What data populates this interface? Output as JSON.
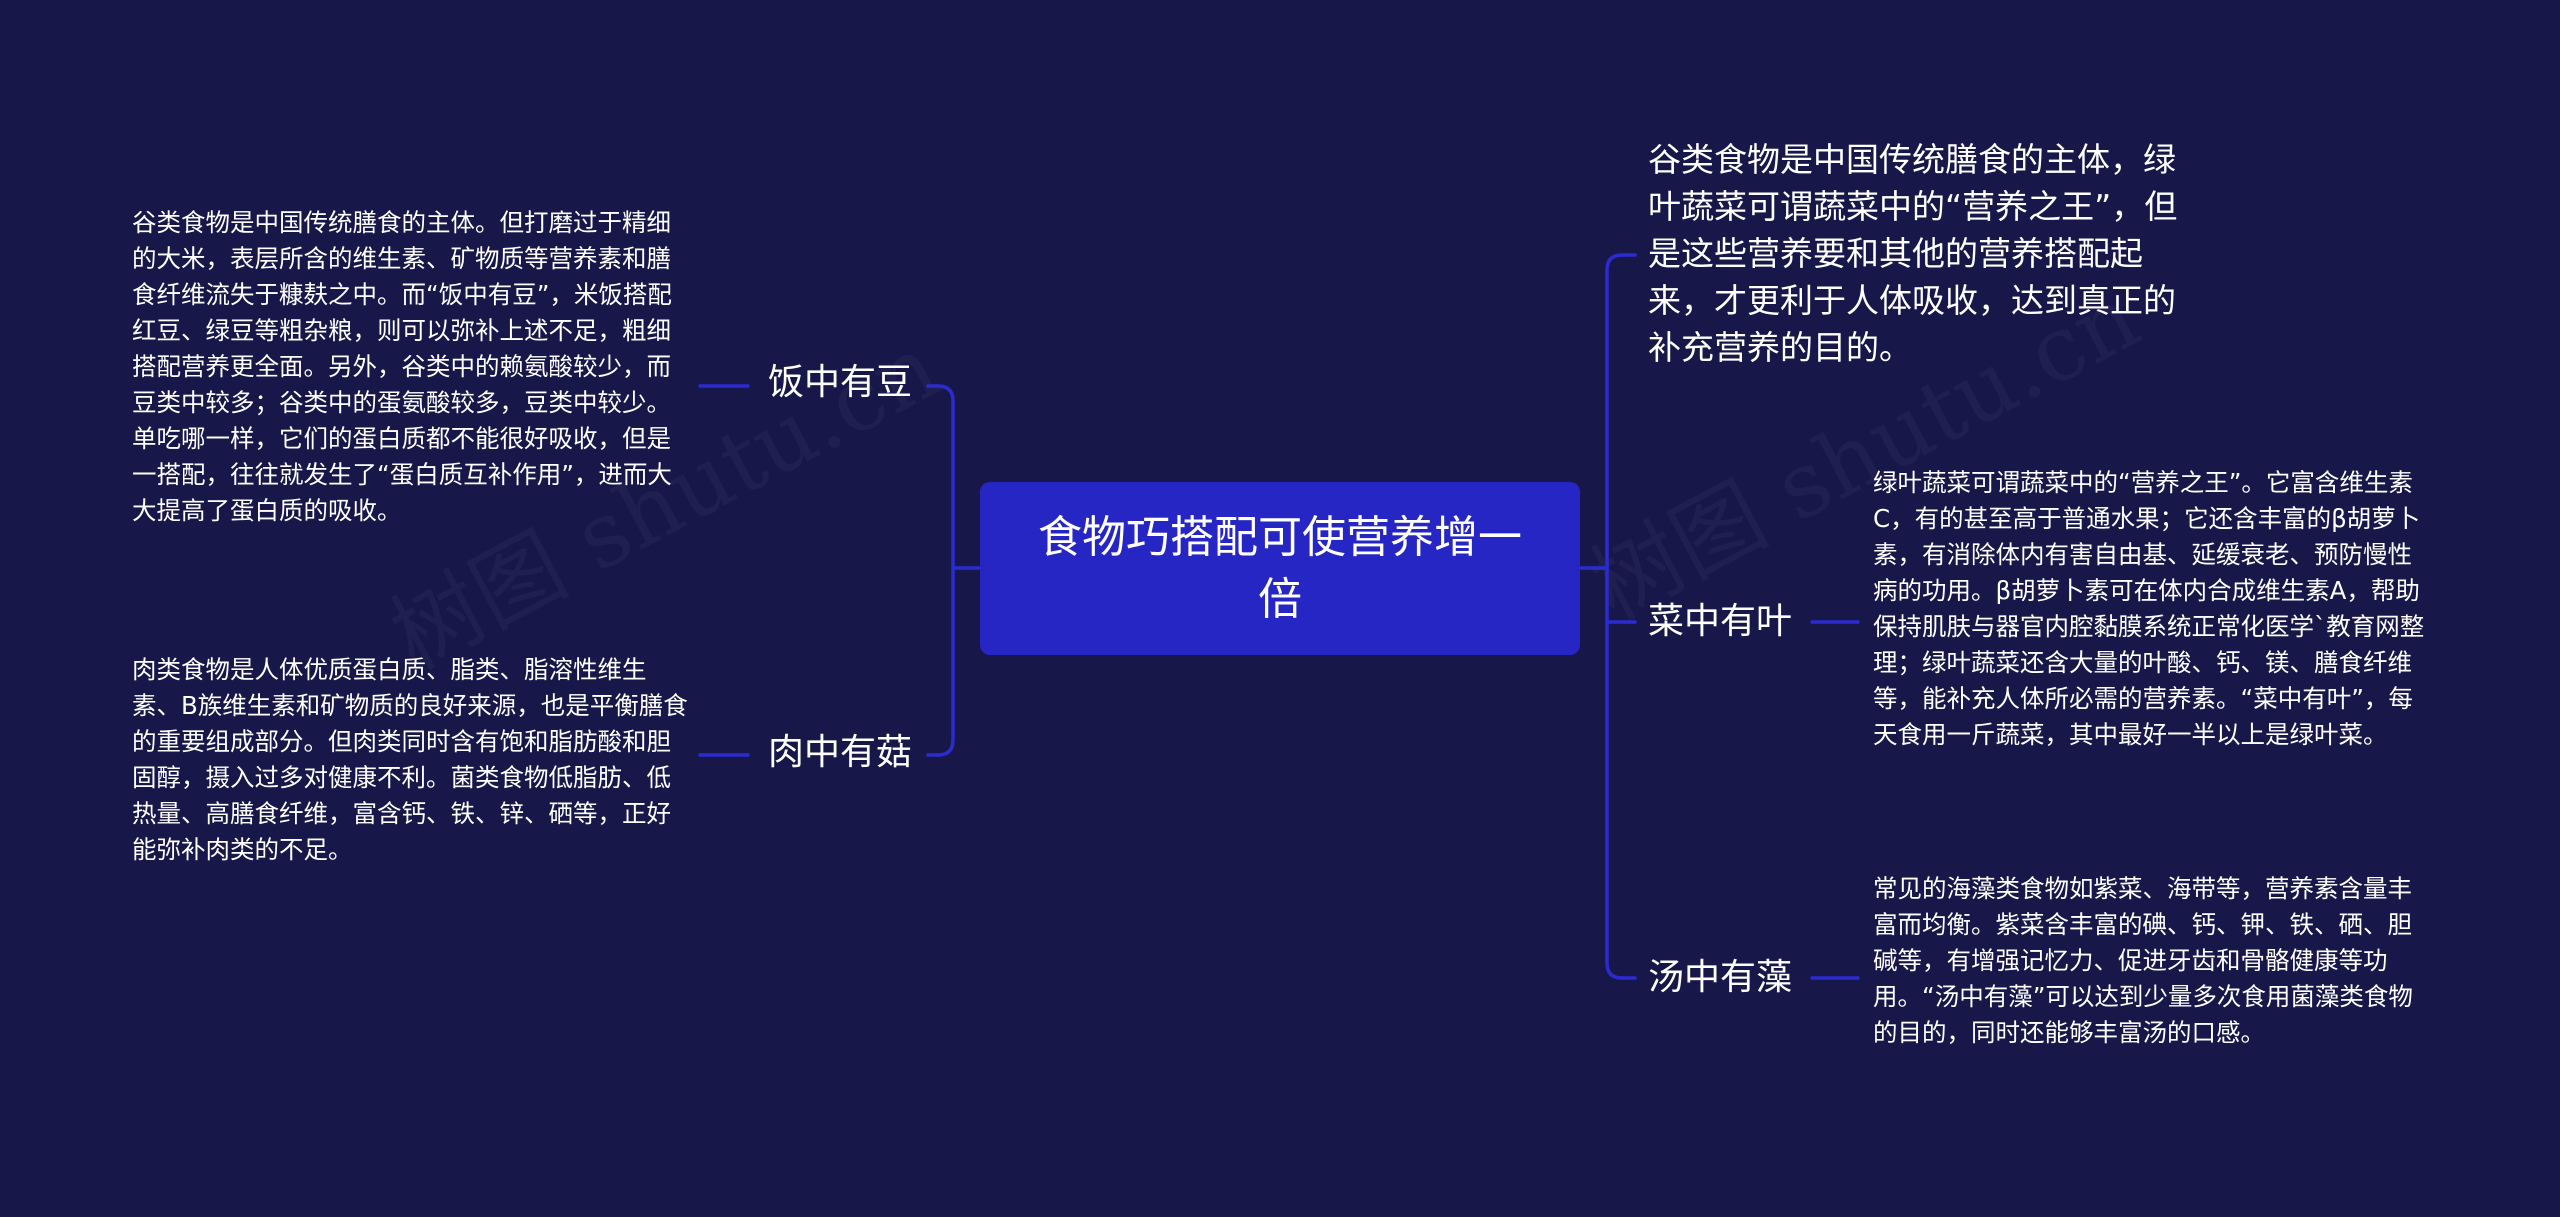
{
  "root": {
    "title": "食物巧搭配可使营养增一倍"
  },
  "left_branches": [
    {
      "label": "饭中有豆",
      "detail": "谷类食物是中国传统膳食的主体。但打磨过于精细的大米，表层所含的维生素、矿物质等营养素和膳食纤维流失于糠麸之中。而“饭中有豆”，米饭搭配红豆、绿豆等粗杂粮，则可以弥补上述不足，粗细搭配营养更全面。另外，谷类中的赖氨酸较少，而豆类中较多；谷类中的蛋氨酸较多，豆类中较少。单吃哪一样，它们的蛋白质都不能很好吸收，但是一搭配，往往就发生了“蛋白质互补作用”，进而大大提高了蛋白质的吸收。"
    },
    {
      "label": "肉中有菇",
      "detail": "肉类食物是人体优质蛋白质、脂类、脂溶性维生素、B族维生素和矿物质的良好来源，也是平衡膳食的重要组成部分。但肉类同时含有饱和脂肪酸和胆固醇，摄入过多对健康不利。菌类食物低脂肪、低热量、高膳食纤维，富含钙、铁、锌、硒等，正好能弥补肉类的不足。"
    }
  ],
  "right_intro": "谷类食物是中国传统膳食的主体，绿叶蔬菜可谓蔬菜中的“营养之王”，但是这些营养要和其他的营养搭配起来，才更利于人体吸收，达到真正的补充营养的目的。",
  "right_branches": [
    {
      "label": "菜中有叶",
      "detail": "绿叶蔬菜可谓蔬菜中的“营养之王”。它富含维生素C，有的甚至高于普通水果；它还含丰富的β胡萝卜素，有消除体内有害自由基、延缓衰老、预防慢性病的功用。β胡萝卜素可在体内合成维生素A，帮助保持肌肤与器官内腔黏膜系统正常化医学`教育网整理；绿叶蔬菜还含大量的叶酸、钙、镁、膳食纤维等，能补充人体所必需的营养素。“菜中有叶”，每天食用一斤蔬菜，其中最好一半以上是绿叶菜。"
    },
    {
      "label": "汤中有藻",
      "detail": "常见的海藻类食物如紫菜、海带等，营养素含量丰富而均衡。紫菜含丰富的碘、钙、钾、铁、硒、胆碱等，有增强记忆力、促进牙齿和骨骼健康等功用。“汤中有藻”可以达到少量多次食用菌藻类食物的目的，同时还能够丰富汤的口感。"
    }
  ],
  "colors": {
    "background": "#17174a",
    "root_fill": "#2626c4",
    "connector": "#2b2bd0",
    "text": "#ffffff"
  }
}
